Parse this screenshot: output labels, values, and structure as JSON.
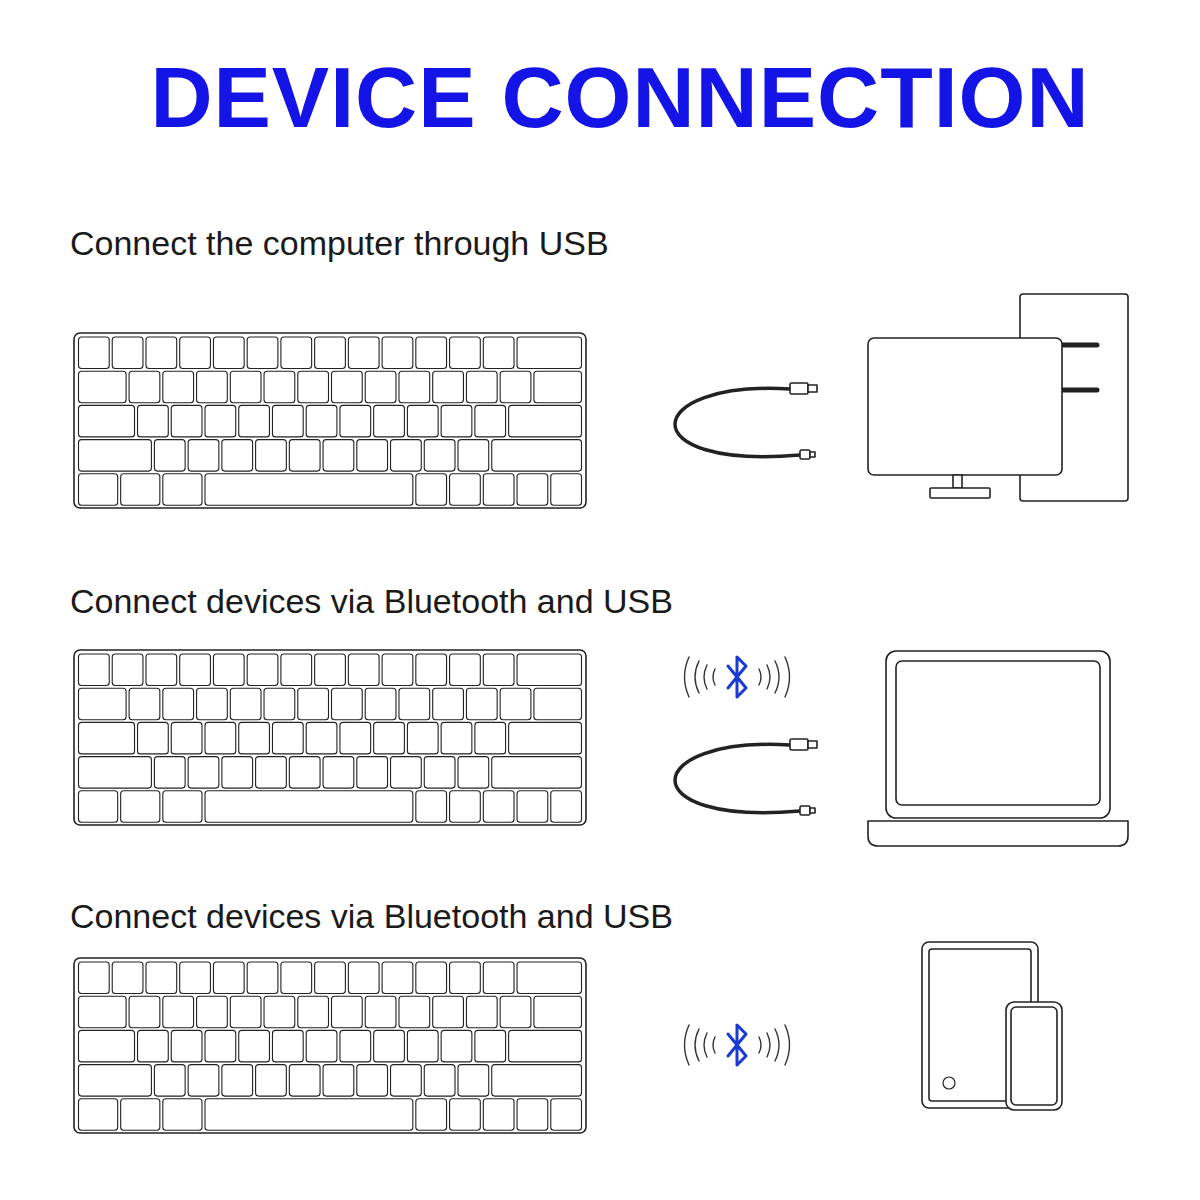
{
  "diagram": {
    "title": "DEVICE CONNECTION",
    "labels": [
      "Connect the computer through USB",
      "Connect devices via Bluetooth and USB",
      "Connect devices via Bluetooth and USB"
    ]
  }
}
